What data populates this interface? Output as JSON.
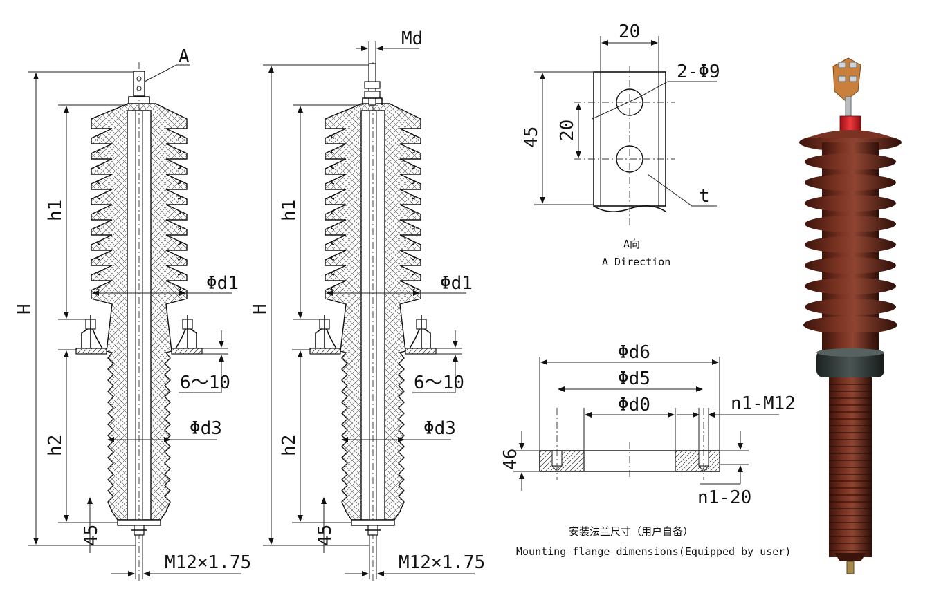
{
  "drawing_a": {
    "label_A": "A",
    "H": "H",
    "h1": "h1",
    "h2": "h2",
    "d1": "Φd1",
    "d3": "Φd3",
    "gap": "6～10",
    "base": "45",
    "thread": "M12×1.75"
  },
  "drawing_b": {
    "label_Md": "Md",
    "H": "H",
    "h1": "h1",
    "h2": "h2",
    "d1": "Φd1",
    "d3": "Φd3",
    "gap": "6～10",
    "base": "45",
    "thread": "M12×1.75"
  },
  "view_a": {
    "width": "20",
    "holes": "2-Φ9",
    "height": "45",
    "pitch": "20",
    "thickness": "t",
    "caption_cn": "A向",
    "caption_en": "A Direction"
  },
  "flange": {
    "d6": "Φd6",
    "d5": "Φd5",
    "d0": "Φd0",
    "n1_m12": "n1-M12",
    "thickness": "46",
    "n1_20": "n1-20",
    "caption_cn": "安装法兰尺寸（用户自备）",
    "caption_en": "Mounting flange dimensions(Equipped by user)"
  },
  "colors": {
    "porcelain": "#6b2a1c",
    "epoxy_band": "#2f3a38",
    "cap_red": "#d8242a",
    "copper": "#c9803c"
  }
}
